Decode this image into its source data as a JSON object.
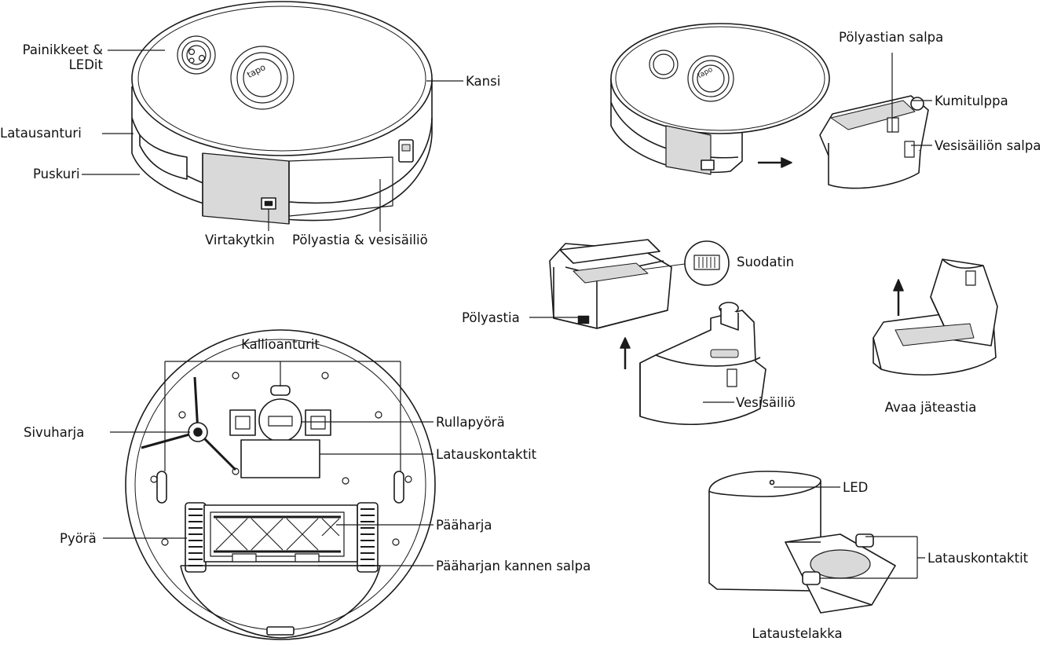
{
  "labels": {
    "buttons_leds_1": "Painikkeet &",
    "buttons_leds_2": "LEDit",
    "cover": "Kansi",
    "charging_sensor": "Latausanturi",
    "bumper": "Puskuri",
    "power_switch": "Virtakytkin",
    "dustbin_water_tank": "Pölyastia & vesisäiliö",
    "dustbin_latch": "Pölyastian salpa",
    "rubber_plug": "Kumitulppa",
    "water_tank_latch": "Vesisäiliön salpa",
    "filter": "Suodatin",
    "dustbin": "Pölyastia",
    "water_tank": "Vesisäiliö",
    "open_waste_bin": "Avaa jäteastia",
    "cliff_sensors": "Kallioanturit",
    "caster_wheel": "Rullapyörä",
    "side_brush": "Sivuharja",
    "charging_contacts_robot": "Latauskontaktit",
    "wheel": "Pyörä",
    "main_brush": "Pääharja",
    "main_brush_cover_latch": "Pääharjan kannen salpa",
    "led": "LED",
    "charging_contacts_dock": "Latauskontaktit",
    "charging_dock": "Lataustelakka"
  },
  "logo_text": "tapo",
  "colors": {
    "line": "#1a1a1a",
    "fill": "#ffffff",
    "shade": "#d9d9d9"
  }
}
